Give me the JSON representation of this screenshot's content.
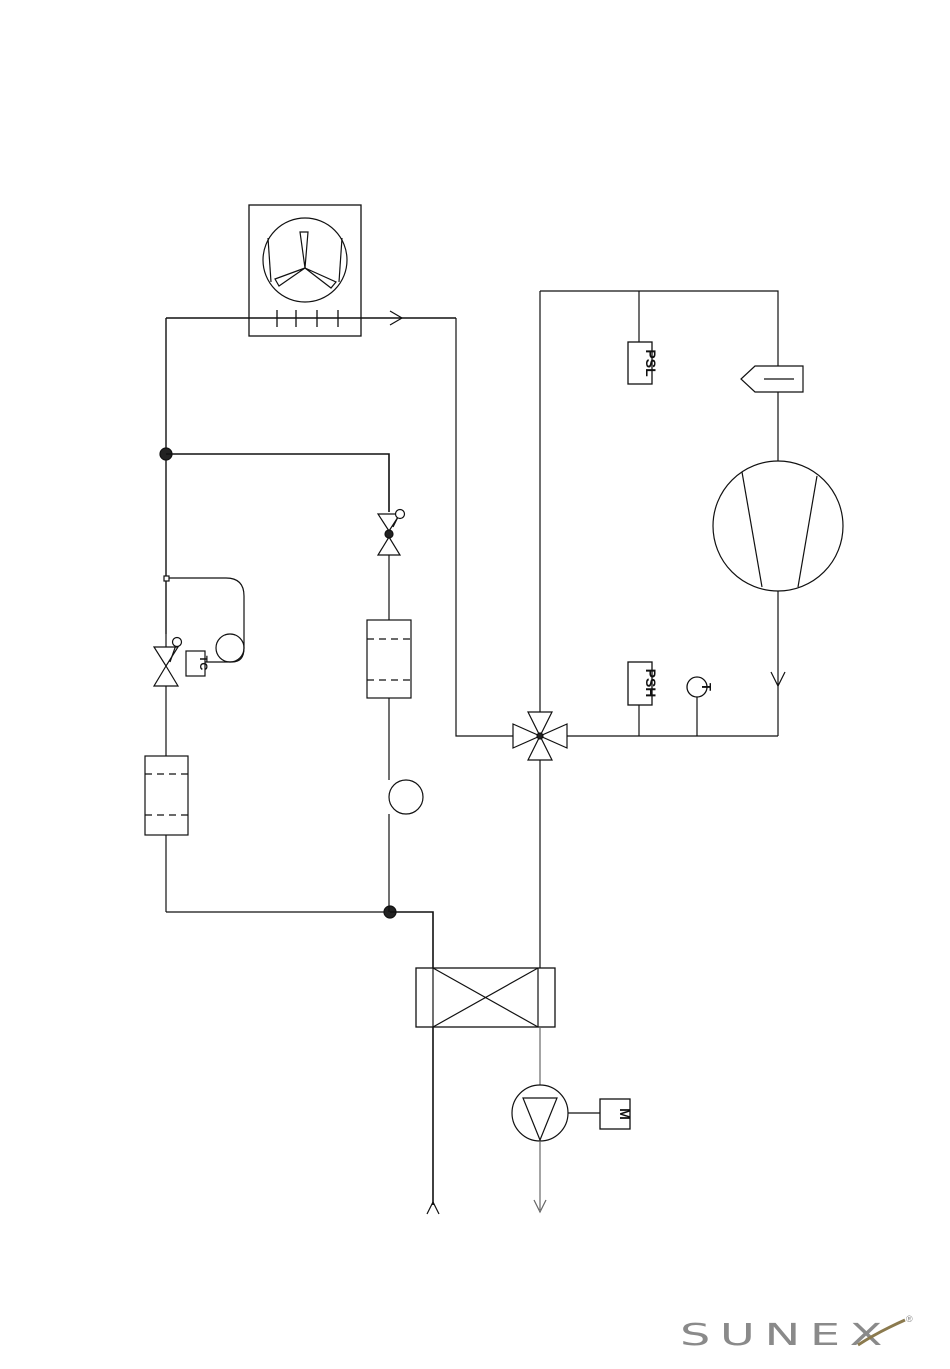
{
  "labels": {
    "psl": "PSL",
    "psh": "PSH",
    "tc": "TC",
    "t": "T",
    "m": "M"
  },
  "logo": {
    "text": "SUNEX",
    "registered": "®",
    "colors": {
      "text": "#8a8a8a",
      "accent": "#8b7a4e"
    }
  },
  "colors": {
    "line": "#111111",
    "pipe_thin": "#555555",
    "background": "#ffffff"
  }
}
